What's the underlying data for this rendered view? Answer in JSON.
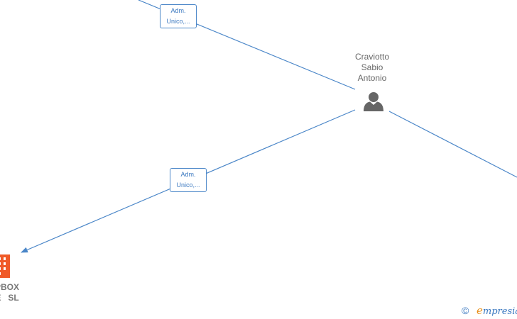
{
  "diagram": {
    "person": {
      "name_lines": [
        "Craviotto",
        "Sabio",
        "Antonio"
      ],
      "icon": "person-icon"
    },
    "company": {
      "name_lines": [
        "PBOX",
        "E   SL"
      ],
      "icon": "building-icon"
    },
    "edges": [
      {
        "label_lines": [
          "Adm.",
          "Unico,..."
        ]
      },
      {
        "label_lines": [
          "Adm.",
          "Unico,..."
        ]
      }
    ]
  },
  "footer": {
    "copyright_symbol": "©",
    "brand_first": "e",
    "brand_rest": "mpresia"
  },
  "colors": {
    "edge": "#4a86c8",
    "person_icon": "#666666",
    "company_icon": "#f05a28",
    "brand_accent": "#e8901a"
  }
}
